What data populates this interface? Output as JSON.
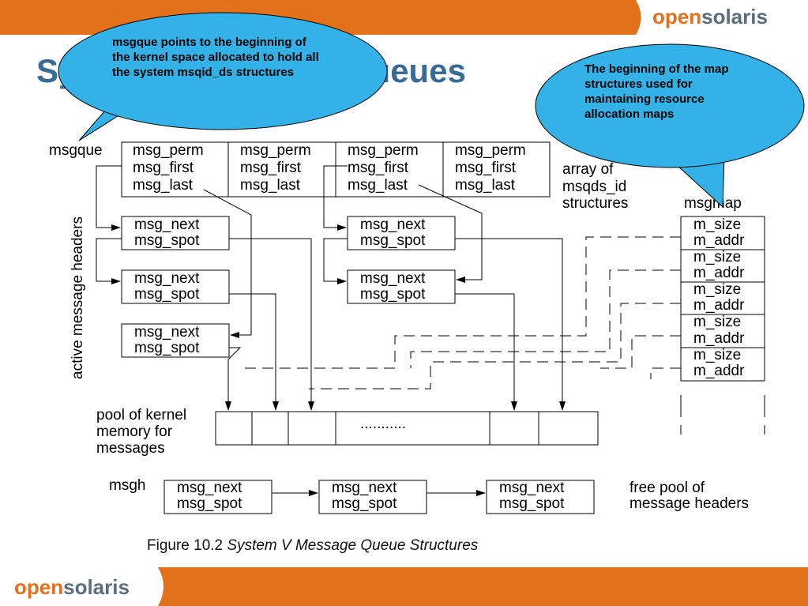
{
  "slide": {
    "title": "System V Message Queues",
    "logo_part1": "open",
    "logo_part2": "solaris",
    "colors": {
      "orange": "#e3701a",
      "title_blue": "#3a6b96",
      "bubble": "#33b2e8"
    }
  },
  "callouts": {
    "left": "msgque points to the beginning of the kernel space allocated to hold all the system msqid_ds structures",
    "right": "The beginning of the map structures used for maintaining resource allocation maps"
  },
  "diagram": {
    "msgque_label": "msgque",
    "perm_fields": [
      "msg_perm",
      "msg_first",
      "msg_last"
    ],
    "array_label": [
      "array of",
      "msqds_id",
      "structures"
    ],
    "msgmap_label": "msgmap",
    "map_fields": [
      "m_size",
      "m_addr"
    ],
    "header_fields": [
      "msg_next",
      "msg_spot"
    ],
    "active_headers_label": "active message headers",
    "pool_label": [
      "pool of kernel",
      "memory for",
      "messages"
    ],
    "pool_dots": "...........",
    "msgh_label": "msgh",
    "free_pool_label": [
      "free pool of",
      "message headers"
    ]
  },
  "caption": {
    "figure": "Figure 10.2",
    "text": "System V Message Queue Structures"
  }
}
